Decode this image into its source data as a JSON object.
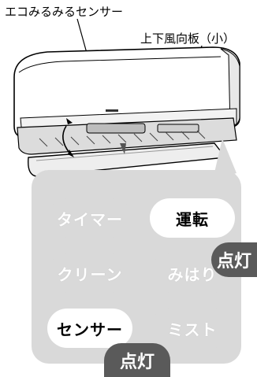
{
  "labels": {
    "eco_sensor": "エコみるみるセンサー",
    "louver": "上下風向板（小）"
  },
  "panel": {
    "buttons": [
      {
        "label": "タイマー",
        "lit": false
      },
      {
        "label": "運転",
        "lit": true
      },
      {
        "label": "クリーン",
        "lit": false
      },
      {
        "label": "みはり",
        "lit": false
      },
      {
        "label": "センサー",
        "lit": true
      },
      {
        "label": "ミスト",
        "lit": false
      }
    ],
    "lit_badge_1": "点灯",
    "lit_badge_2": "点灯"
  },
  "colors": {
    "panel_bg": "#d9d9d9",
    "badge_bg": "#5a5a5a"
  }
}
